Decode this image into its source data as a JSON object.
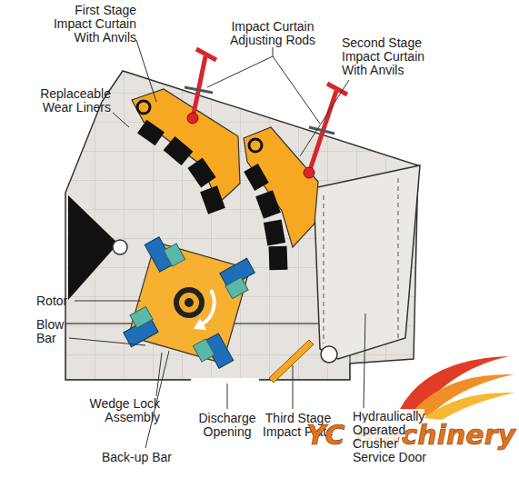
{
  "diagram": {
    "labels": [
      "First Stage Impact Curtain With Anvils",
      "Impact Curtain Adjusting Rods",
      "Second Stage Impact Curtain With Anvils",
      "Replaceable Wear Liners",
      "Rotor",
      "Blow Bar",
      "Wedge Lock Assembly",
      "Back-up Bar",
      "Discharge Opening",
      "Third Stage Impact Plate",
      "Hydraulically Operated Crusher Service Door",
      "YC machinery"
    ]
  }
}
